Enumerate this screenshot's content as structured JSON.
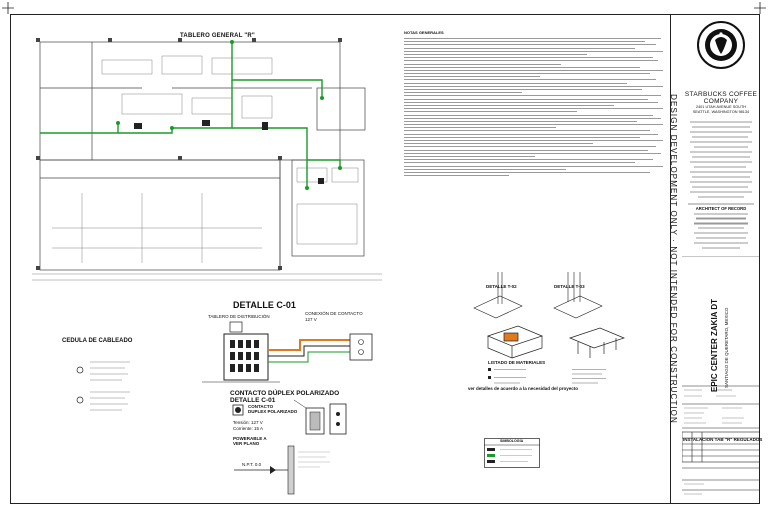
{
  "plan": {
    "tablero_label": "TABLERO GENERAL \"R\""
  },
  "notes": {
    "title": "NOTAS GENERALES"
  },
  "detail": {
    "title": "DETALLE C-01",
    "tablero_distribucion": "TABLERO DE DISTRIBUCIÓN",
    "conexion_contacto": "CONEXIÓN DE CONTACTO",
    "conexion_voltage": "127 V",
    "cedula_title": "CEDULA DE CABLEADO",
    "duplex_title_1": "CONTACTO DÚPLEX POLARIZADO",
    "duplex_title_2": "DETALLE C-01",
    "contacto_label": "CONTACTO",
    "duplex_label": "DUPLEX POLARIZADO",
    "tension": "Tensión: 127 V",
    "corriente": "Corriente: 15 A",
    "power_note": "POWERABLE A",
    "ver_plano": "VER PLANO",
    "npt": "N.P.T. 0.0"
  },
  "right_details": {
    "detalle_1": "DETALLE T-02",
    "detalle_2": "DETALLE T-03",
    "listado_title": "LISTADO DE MATERIALES",
    "ver_detalles": "ver detalles de acuerdo a la necesidad del proyecto",
    "simbologia": "SIMBOLOGÍA"
  },
  "title_block": {
    "vertical_text": "DESIGN DEVELOPMENT ONLY · NOT INTENDED FOR CONSTRUCTION",
    "client_line1": "STARBUCKS COFFEE",
    "client_line2": "COMPANY",
    "client_addr1": "2401 UTAH AVENUE SOUTH",
    "client_addr2": "SEATTLE, WASHINGTON 98134",
    "architect_title": "ARCHITECT OF RECORD",
    "project_name": "EPIC CENTER ZAKIA DT",
    "project_loc": "SANTIAGO DE QUERETARO, MEXICO",
    "sheet_name": "INSTALACION TAB \"R\" REGULADOS"
  },
  "colors": {
    "ink": "#111111",
    "circuit_green": "#1a9a2a",
    "orange": "#e07a1f",
    "grey": "#8a8a8a"
  }
}
